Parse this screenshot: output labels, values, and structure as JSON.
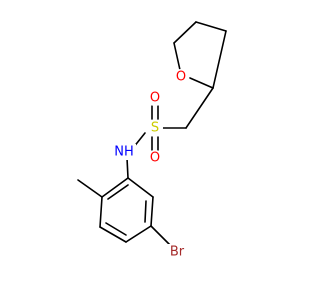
{
  "molecule": {
    "atoms": {
      "O_ring": {
        "text": "O",
        "color": "#ff0000"
      },
      "S": {
        "text": "S",
        "color": "#cccc00"
      },
      "O_s1": {
        "text": "O",
        "color": "#ff0000"
      },
      "O_s2": {
        "text": "O",
        "color": "#ff0000"
      },
      "NH": {
        "text": "NH",
        "color": "#0000ff"
      },
      "Br": {
        "text": "Br",
        "color": "#a52a2a"
      }
    }
  }
}
